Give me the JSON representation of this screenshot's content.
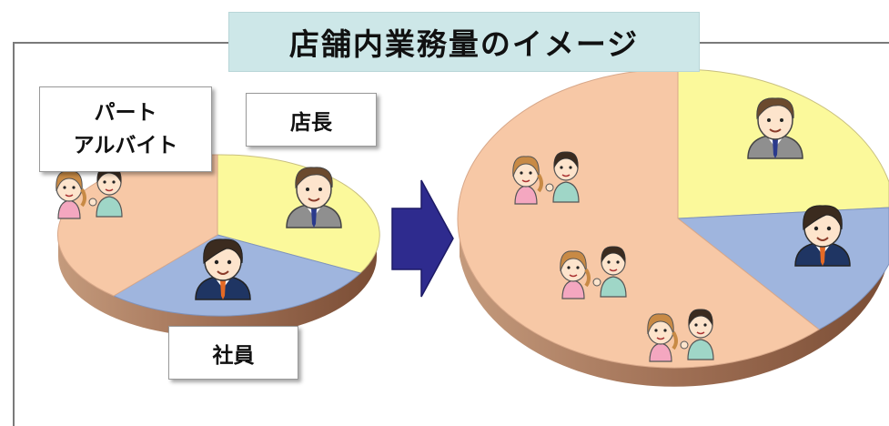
{
  "title": "店舗内業務量のイメージ",
  "labels": {
    "part_line1": "パート",
    "part_line2": "アルバイト",
    "tencho": "店長",
    "shain": "社員"
  },
  "colors": {
    "part_slice": "#f7c8a6",
    "manager_slice": "#fbf99b",
    "employee_slice": "#9fb5de",
    "arrow": "#2e2b8e",
    "title_bg": "#cde7e8"
  },
  "icons": [
    "manager-icon",
    "employee-icon",
    "part-timer-pair-icon",
    "right-arrow-icon"
  ]
}
